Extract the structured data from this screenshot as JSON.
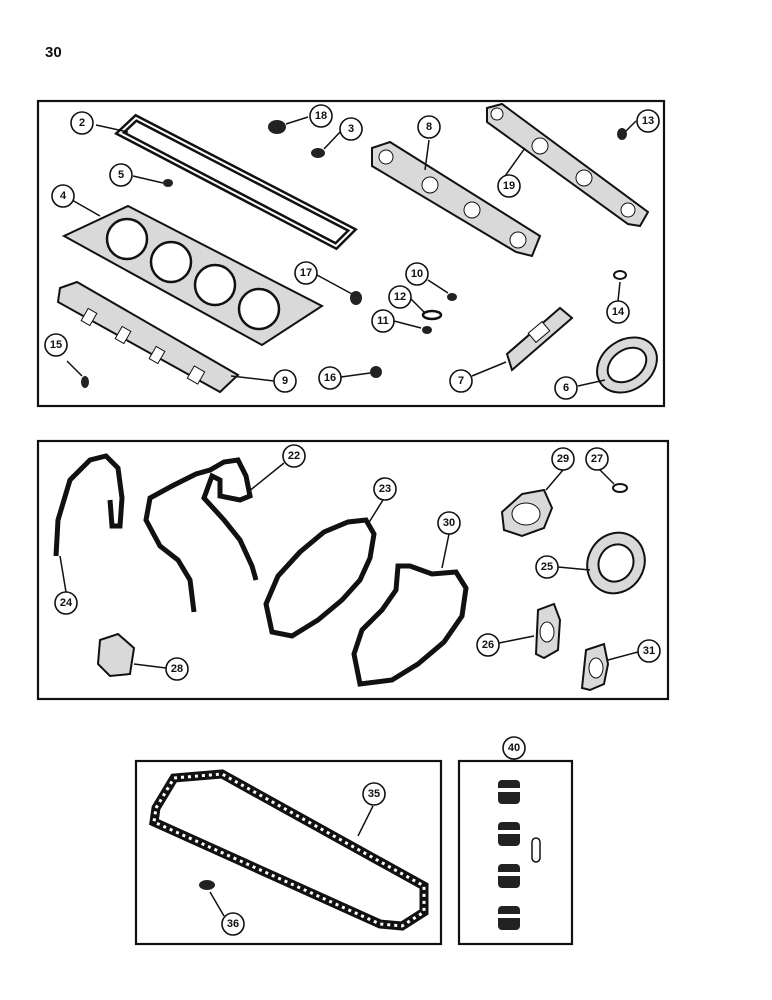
{
  "page": {
    "number": "30"
  },
  "callouts": {
    "p2": "2",
    "p3": "3",
    "p4": "4",
    "p5": "5",
    "p6": "6",
    "p7": "7",
    "p8": "8",
    "p9": "9",
    "p10": "10",
    "p11": "11",
    "p12": "12",
    "p13": "13",
    "p14": "14",
    "p15": "15",
    "p16": "16",
    "p17": "17",
    "p18": "18",
    "p19": "19",
    "p22": "22",
    "p23": "23",
    "p24": "24",
    "p25": "25",
    "p26": "26",
    "p27": "27",
    "p28": "28",
    "p29": "29",
    "p30": "30",
    "p31": "31",
    "p35": "35",
    "p36": "36",
    "p40": "40"
  }
}
